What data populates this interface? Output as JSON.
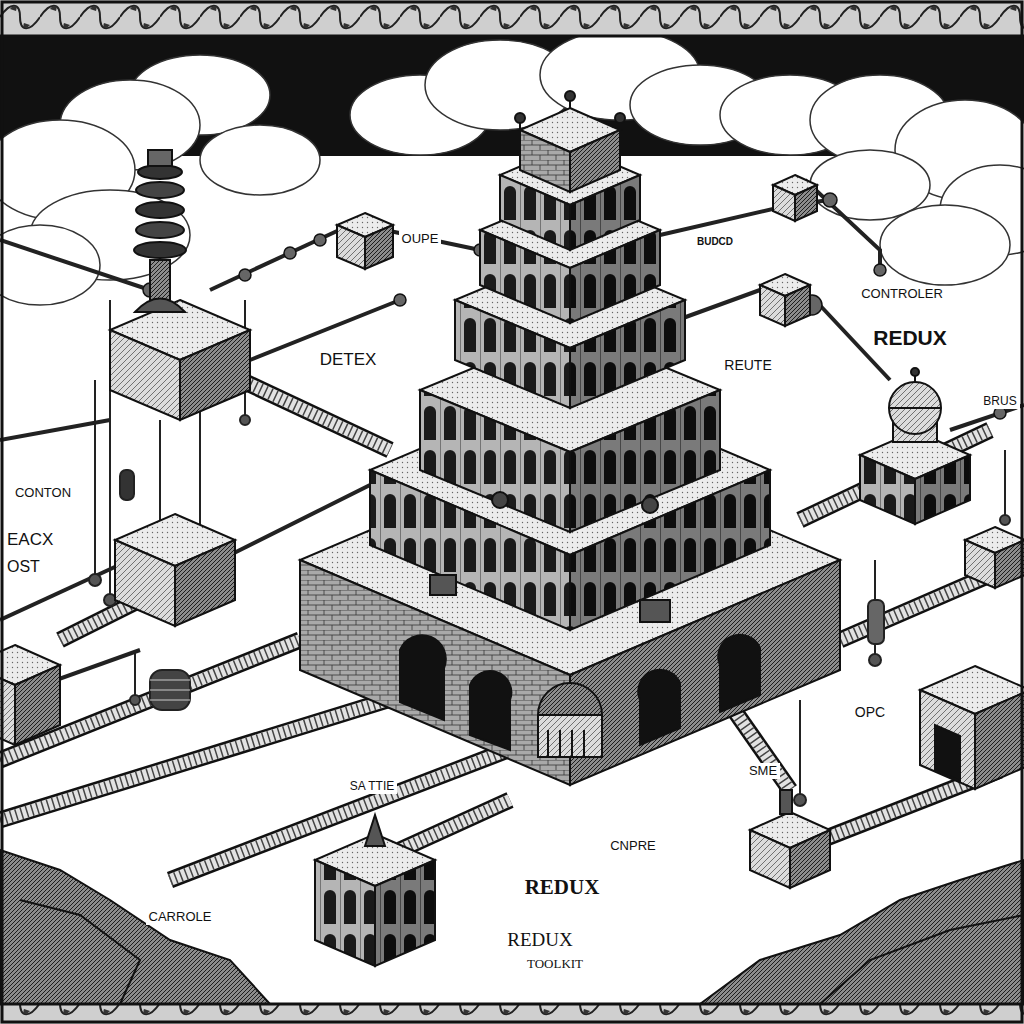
{
  "diagram": {
    "labels": [
      "OUPE",
      "BUDCD",
      "CONTROLER",
      "DETEX",
      "REUTE",
      "REDUX",
      "BRUS",
      "CONTON",
      "EACX",
      "OST",
      "OPC",
      "SA TTIE",
      "SME",
      "CNPRE",
      "CARROLE",
      "REDUX",
      "REDUX",
      "TOOLKIT"
    ]
  }
}
